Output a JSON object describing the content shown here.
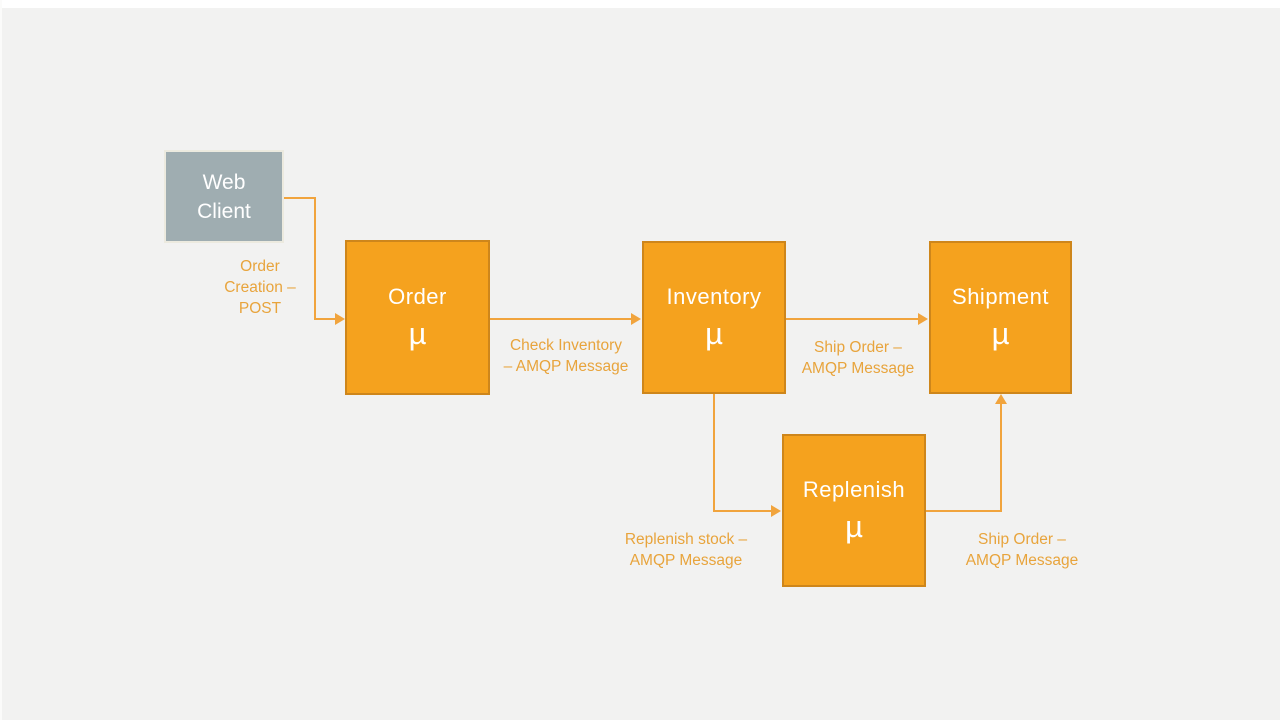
{
  "slide": {
    "background_color": "#f2f2f1",
    "top_edge_color": "#ffffff"
  },
  "colors": {
    "service_fill": "#f5a21e",
    "service_border": "#ce861b",
    "client_fill": "#9fadb1",
    "connector": "#f1a43d",
    "label_text": "#e8a43c",
    "node_text": "#ffffff"
  },
  "nodes": {
    "web_client": {
      "line1": "Web",
      "line2": "Client"
    },
    "order": {
      "name": "Order",
      "symbol": "µ"
    },
    "inventory": {
      "name": "Inventory",
      "symbol": "µ"
    },
    "shipment": {
      "name": "Shipment",
      "symbol": "µ"
    },
    "replenish": {
      "name": "Replenish",
      "symbol": "µ"
    }
  },
  "edge_labels": {
    "order_creation": {
      "line1": "Order",
      "line2": "Creation –",
      "line3": "POST"
    },
    "check_inventory": {
      "line1": "Check Inventory",
      "line2": "– AMQP Message"
    },
    "ship_order_inventory": {
      "line1": "Ship Order –",
      "line2": "AMQP Message"
    },
    "replenish_stock": {
      "line1": "Replenish stock –",
      "line2": "AMQP Message"
    },
    "ship_order_replenish": {
      "line1": "Ship Order –",
      "line2": "AMQP Message"
    }
  }
}
